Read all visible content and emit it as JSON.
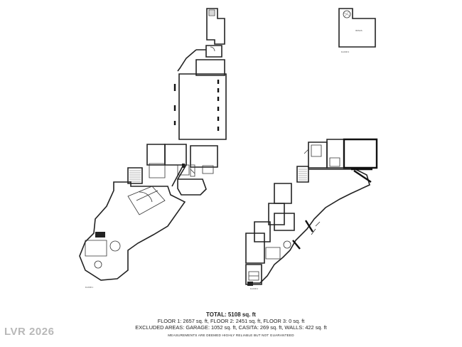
{
  "floorplan": {
    "total": "TOTAL: 5108 sq. ft",
    "floors": "FLOOR 1: 2657 sq. ft, FLOOR 2: 2451 sq. ft, FLOOR 3: 0 sq. ft",
    "excluded": "EXCLUDED AREAS: GARAGE: 1052 sq. ft, CASITA: 269 sq. ft, WALLS: 422 sq. ft",
    "disclaimer": "MEASUREMENTS ARE DEEMED HIGHLY RELIABLE BUT NOT GUARANTEED"
  },
  "watermark": "LVR 2026"
}
